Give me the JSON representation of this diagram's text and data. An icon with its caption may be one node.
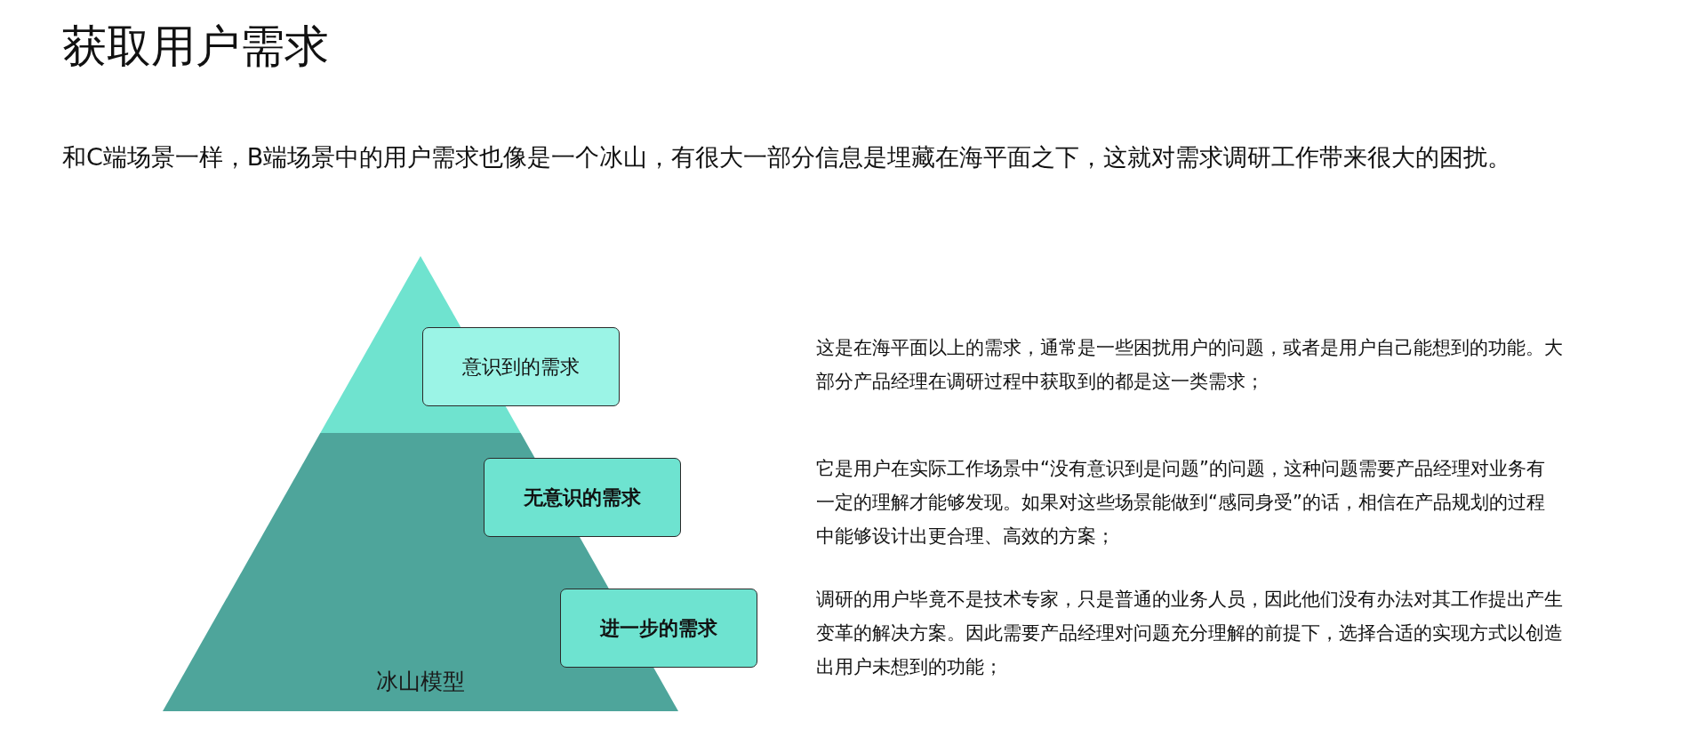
{
  "diagram": {
    "title": "获取用户需求",
    "nodes": [
      {
        "text": [
          "冰山模型"
        ]
      },
      {
        "text": [
          "意识到的需求"
        ]
      },
      {
        "text": [
          "无意识的需求"
        ]
      },
      {
        "text": [
          "进一步的需求"
        ]
      }
    ],
    "labels": [
      "和C端场景一样，B端场景中的用户需求也像是一个冰山，有很大一部分信息是埋藏在海平面之下，这就对需求调研工作带来很大的困扰。",
      "这是在海平面以上的需求，通常是一些困扰用户的问题，或者是用户自己能想到的功能。大部分产品经理在调研过程中获取到的都是这一类需求；",
      "它是用户在实际工作场景中“没有意识到是问题”的问题，这种问题需要产品经理对业务有一定的理解才能够发现。如果对这些场景能做到“感同身受”的话，相信在产品规划的过程中能够设计出更合理、高效的方案；",
      "调研的用户毕竟不是技术专家，只是普通的业务人员，因此他们没有办法对其工作提出产生变革的解决方案。因此需要产品经理对问题充分理解的前提下，选择合适的实现方式以创造出用户未想到的功能；"
    ]
  }
}
